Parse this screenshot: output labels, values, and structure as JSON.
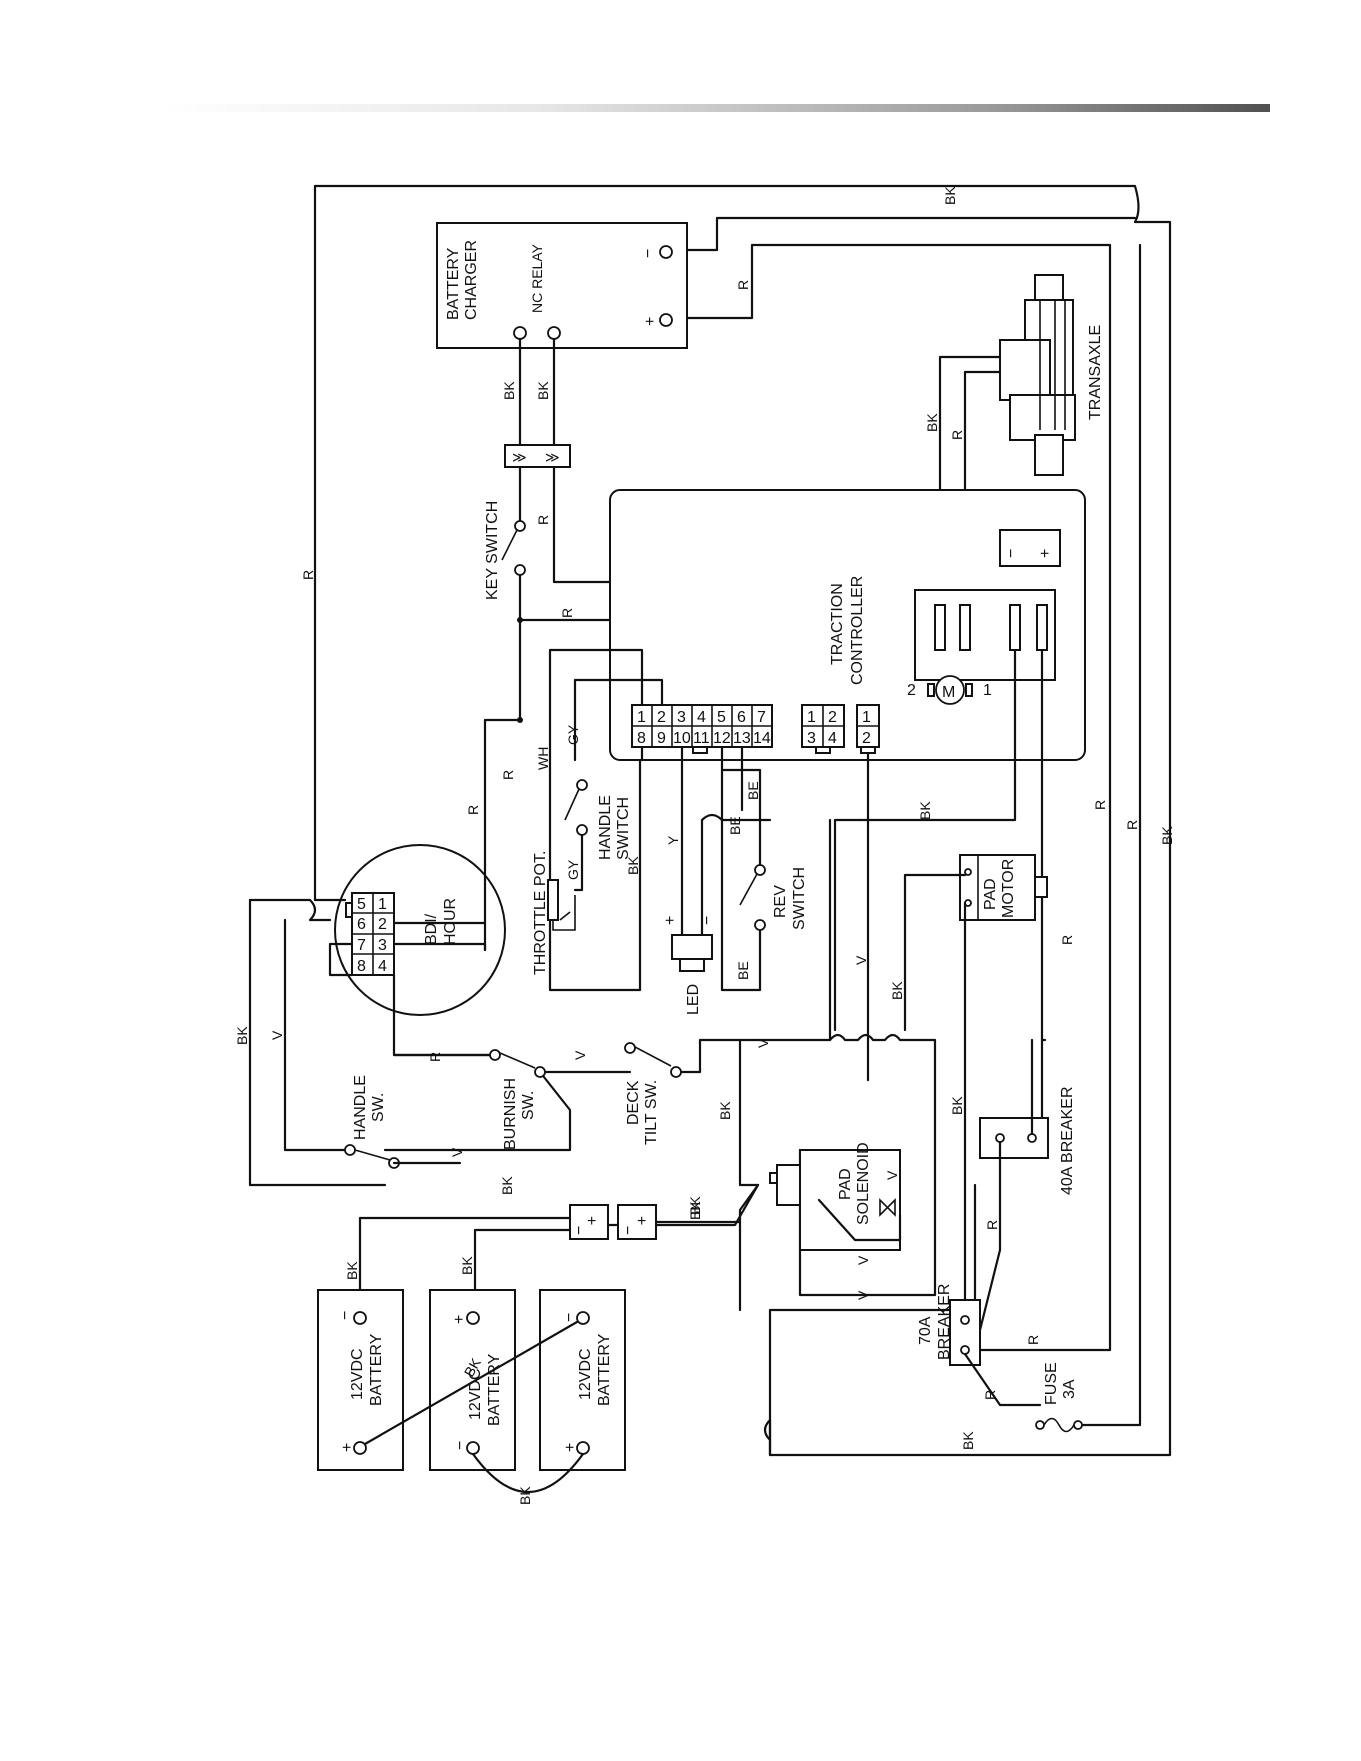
{
  "labels": {
    "battery_charger": [
      "BATTERY",
      "CHARGER"
    ],
    "nc_relay": "NC  RELAY",
    "transaxle": "TRANSAXLE",
    "traction_controller": [
      "TRACTION",
      "CONTROLLER"
    ],
    "key_switch": "KEY  SWITCH",
    "handle_switch_top": [
      "HANDLE",
      "SWITCH"
    ],
    "throttle_pot": "THROTTLE  POT.",
    "bdi_hour": [
      "BDI/",
      "HOUR"
    ],
    "led": "LED",
    "rev_switch": [
      "REV",
      "SWITCH"
    ],
    "pad_motor": [
      "PAD",
      "MOTOR"
    ],
    "burnish_sw": [
      "BURNISH",
      "SW."
    ],
    "deck_tilt_sw": [
      "DECK",
      "TILT  SW."
    ],
    "handle_sw": [
      "HANDLE",
      "SW."
    ],
    "pad_solenoid": [
      "PAD",
      "SOLENOID"
    ],
    "breaker_40a": [
      "40A  BREAKER"
    ],
    "breaker_70a": [
      "70A",
      "BREAKER"
    ],
    "fuse": [
      "FUSE",
      "3A"
    ],
    "battery": [
      "12VDC",
      "BATTERY"
    ]
  },
  "connector": {
    "top_row": [
      "1",
      "2",
      "3",
      "4",
      "5",
      "6",
      "7"
    ],
    "bottom_row": [
      "8",
      "9",
      "10",
      "11",
      "12",
      "13",
      "14"
    ],
    "small_a_top": [
      "1",
      "2"
    ],
    "small_a_bottom": [
      "3",
      "4"
    ],
    "small_b_top": "1",
    "small_b_bottom": "2"
  },
  "bdi_pins": {
    "col_a": [
      "5",
      "6",
      "7",
      "8"
    ],
    "col_b": [
      "1",
      "2",
      "3",
      "4"
    ]
  },
  "motor_pins": [
    "2",
    "1"
  ],
  "signs": {
    "plus": "+",
    "minus": "−"
  },
  "wire_colors": {
    "black": "BK",
    "red": "R",
    "violet": "V",
    "gray": "GY",
    "white": "WH",
    "yellow": "Y",
    "blue": "BE"
  }
}
